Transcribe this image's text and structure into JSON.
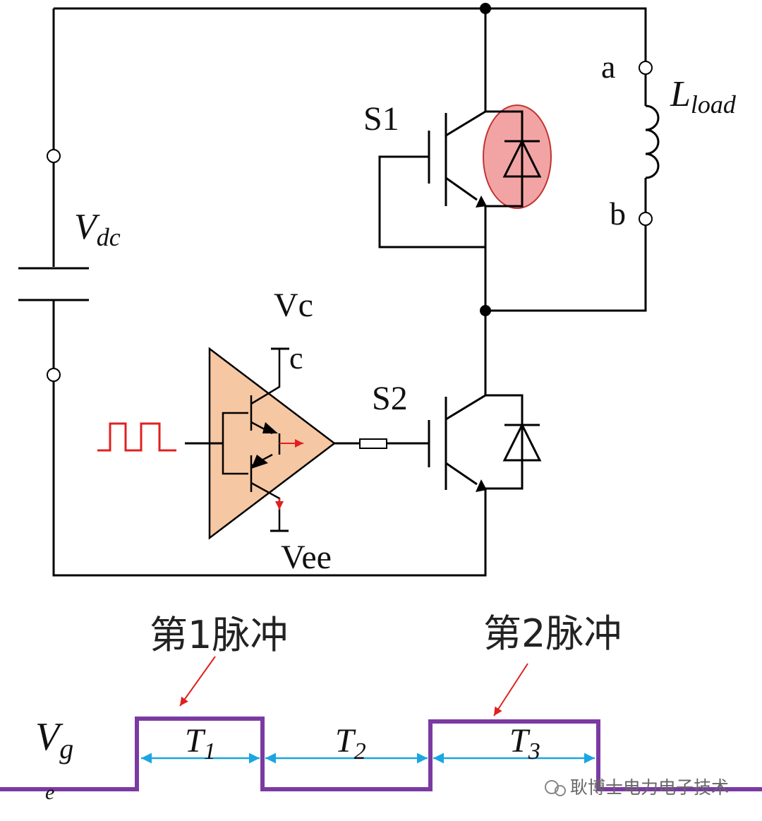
{
  "circuit": {
    "labels": {
      "s1": "S1",
      "s2": "S2",
      "vc": "Vc",
      "c": "c",
      "vee": "Vee",
      "a": "a",
      "b": "b",
      "vdc_main": "V",
      "vdc_sub": "dc",
      "lload_main": "L",
      "lload_sub": "load"
    },
    "colors": {
      "wire": "#000000",
      "diode_highlight": "#f2a4a4",
      "driver_fill": "#f5c7a3",
      "signal_red": "#e02020"
    }
  },
  "timing": {
    "pulse1_label": "第1脉冲",
    "pulse2_label": "第2脉冲",
    "vg_main": "V",
    "vg_sub": "g",
    "vg_extra": "e",
    "periods": [
      {
        "main": "T",
        "sub": "1"
      },
      {
        "main": "T",
        "sub": "2"
      },
      {
        "main": "T",
        "sub": "3"
      }
    ],
    "colors": {
      "waveform": "#7b3aa3",
      "arrow": "#1aa6e0",
      "pointer": "#e02020"
    }
  },
  "watermark": {
    "text": "耿博士电力电子技术"
  }
}
